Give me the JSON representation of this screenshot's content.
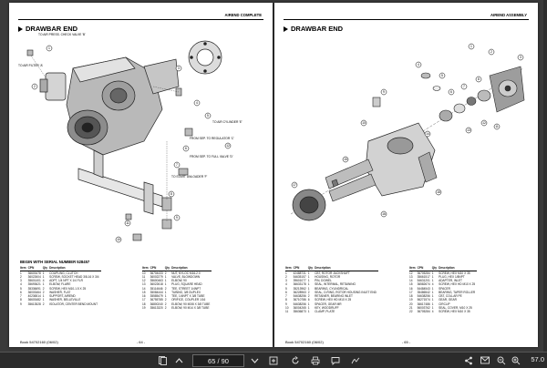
{
  "left_page": {
    "header": "AIREND COMPLETE",
    "section_title": "DRAWBAR END",
    "serial_note": "BEGIN WITH SERIAL NUMBER 528457",
    "callouts": [
      "TO AIR PRESS. CHECK VALVE 'B'",
      "TO AIR FILTER 'A'",
      "FROM SEP. TO REGULATOR 'C'",
      "FROM SEP. TO FULL VALVE 'D'",
      "TO AIR CYLINDER 'E'",
      "TO START UNLOADER 'F'"
    ],
    "table_headers": [
      "Item",
      "CPN",
      "Qty",
      "Description"
    ],
    "table_left": [
      [
        "1",
        "36603478",
        "1",
        "COUPLING, CLUTCH"
      ],
      [
        "2",
        "36022604",
        "1",
        "SCREW, SOCKET HEAD 3/8-16 X 3/4"
      ],
      [
        "3",
        "35601401",
        "4",
        "ADPT, 1/4 NPT X 1/4 FLR"
      ],
      [
        "4",
        "35693621",
        "1",
        "ELBOW, FLARE"
      ],
      [
        "5",
        "35336691",
        "2",
        "SCREW, HEX M10-1.5 X 25"
      ],
      [
        "6",
        "36003464",
        "2",
        "WASHER, FLAT"
      ],
      [
        "7",
        "40236514",
        "1",
        "SUPPORT, AIREND"
      ],
      [
        "8",
        "36603482",
        "1",
        "WASHER, BELLEVILLE"
      ],
      [
        "9",
        "35613528",
        "2",
        "ISOLATOR, CENTER BEND MOUNT"
      ]
    ],
    "table_right": [
      [
        "10",
        "36704433",
        "2",
        "NUT, NYLOC M16-2.0"
      ],
      [
        "11",
        "36002279",
        "1",
        "VALVE, BLOWDOWN"
      ],
      [
        "12",
        "35600463",
        "1",
        "ELBOW, 90"
      ],
      [
        "13",
        "36022618",
        "1",
        "PLUG, SQUARE HEAD"
      ],
      [
        "14",
        "35114646",
        "2",
        "TEE, STREET 1/4NPT"
      ],
      [
        "15",
        "35084444",
        "1",
        "TUBING, 3/8 DUPLEX"
      ],
      [
        "16",
        "35585479",
        "1",
        "TEE, 1/4NPT X 3/8 TUBE"
      ],
      [
        "17",
        "36755785",
        "2",
        "ORIFICE, COUPLER 1/16"
      ],
      [
        "18",
        "36800240",
        "2",
        "ELBOW, 90 M3/8 X 3/8 TUBE"
      ],
      [
        "19",
        "35613320",
        "2",
        "ELBOW, 90 M14 X 3/8 TUBE"
      ]
    ],
    "footer_left": "Book 54702160 (06/02)",
    "page_number": "- 64 -"
  },
  "right_page": {
    "header": "AIREND ASSEMBLY",
    "section_title": "DRAWBAR END",
    "table_headers": [
      "Item",
      "CPN",
      "Qty",
      "Description"
    ],
    "table_left": [
      [
        "1",
        "42488731",
        "1",
        "CBT, ROTOR JACKSHAFT"
      ],
      [
        "2",
        "54635157",
        "1",
        "HOUSING, ROTOR"
      ],
      [
        "3",
        "39601077",
        "1",
        "PIN, DOWEL"
      ],
      [
        "4",
        "36633178",
        "1",
        "SEAL, INTERMAL, RETAINING"
      ],
      [
        "5",
        "35213962",
        "1",
        "BEARING, CYLINDRICAL"
      ],
      [
        "6",
        "36228963",
        "2",
        "SEAL, O-RING, ROTOR HOUSING INLET END"
      ],
      [
        "7",
        "54638256",
        "2",
        "RETAINER, BEARING INLET"
      ],
      [
        "8",
        "36710786",
        "6",
        "SCREW, HEX HD M10 X 25"
      ],
      [
        "9",
        "54638256",
        "1",
        "SPACER, GEAR MR"
      ],
      [
        "10",
        "36004265",
        "1",
        "KEY, WOODRUFF"
      ],
      [
        "11",
        "35636873",
        "1",
        "CLAMP, PLATE"
      ]
    ],
    "table_right": [
      [
        "12",
        "36705284",
        "1",
        "SCREW, HEX M10 X 35"
      ],
      [
        "13",
        "35661517",
        "1",
        "PLUG, HEX 1/8NPT"
      ],
      [
        "14",
        "54631201",
        "1",
        "ADAPTER, INLET"
      ],
      [
        "15",
        "36582674",
        "4",
        "SCREW, HEX HD M10 X 25"
      ],
      [
        "16",
        "54484543",
        "1",
        "SPACER"
      ],
      [
        "17",
        "35486542",
        "1",
        "BEARING, TAPER ROLLER"
      ],
      [
        "18",
        "54638256",
        "1",
        "CBT, COLLAR PE"
      ],
      [
        "19",
        "56271574",
        "1",
        "GEAR, GEAR"
      ],
      [
        "20",
        "36617486",
        "1",
        "CIRCLIP"
      ],
      [
        "21",
        "56003762",
        "1",
        "SEAL, COVER, M10 X 25"
      ],
      [
        "22",
        "36705284",
        "4",
        "SCREW, HEX M10 X 35"
      ]
    ],
    "footer_left": "Book 54702160 (06/02)",
    "page_number": "- 65 -"
  },
  "toolbar": {
    "page_indicator": "65 / 90",
    "zoom": "57.0",
    "icons": [
      "pages-icon",
      "print-icon",
      "page-up-icon",
      "page-down-icon",
      "fit-icon",
      "rotate-icon",
      "zoom-out-icon",
      "zoom-in-icon",
      "comment-icon",
      "signature-icon",
      "share-icon",
      "mail-icon"
    ]
  },
  "colors": {
    "viewer_bg": "#3a3a3a",
    "toolbar_bg": "#2b2b2b",
    "page_bg": "#ffffff"
  }
}
